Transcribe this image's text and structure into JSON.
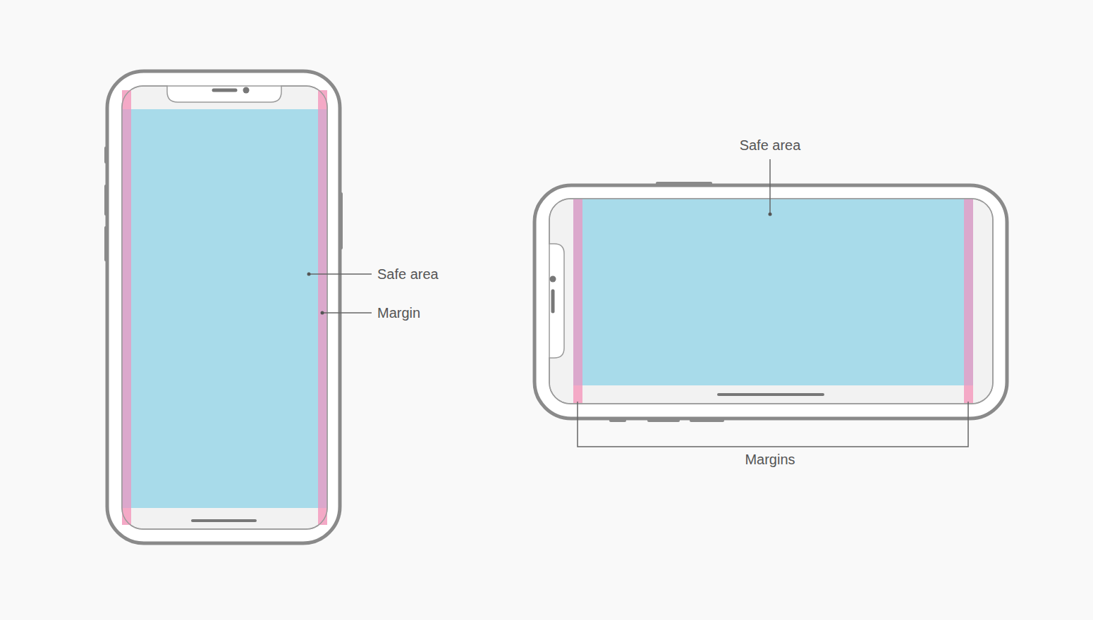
{
  "diagram": {
    "labels": [
      "Safe area",
      "Margin",
      "Safe area",
      "Margins"
    ]
  }
}
